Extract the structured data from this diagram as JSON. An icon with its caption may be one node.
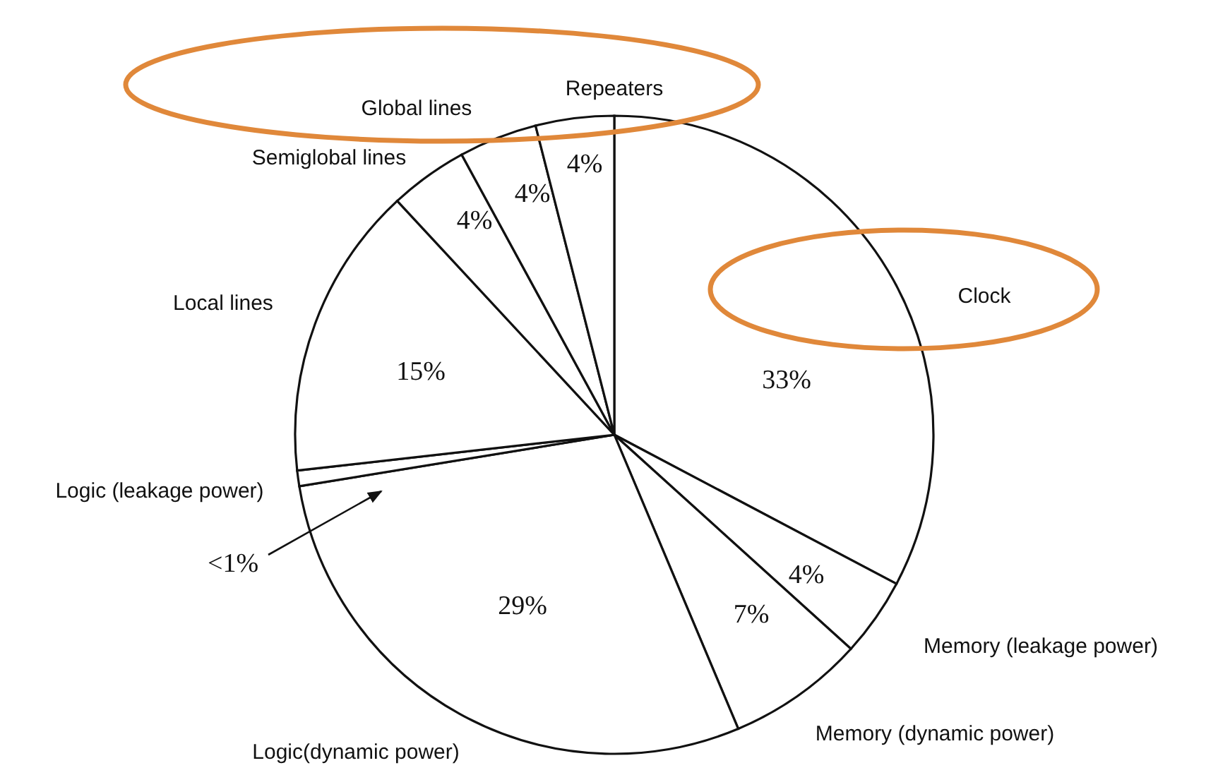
{
  "diagram": {
    "chart_data": {
      "type": "pie",
      "categories": [
        "Clock",
        "Memory (leakage power)",
        "Memory (dynamic power)",
        "Logic(dynamic power)",
        "Logic (leakage power)",
        "Local lines",
        "Semiglobal lines",
        "Global lines",
        "Repeaters"
      ],
      "values": [
        33,
        4,
        7,
        29,
        0.8,
        15,
        4,
        4,
        4
      ],
      "value_labels": [
        "33%",
        "4%",
        "7%",
        "29%",
        null,
        "15%",
        "4%",
        "4%",
        "4%"
      ],
      "annotations": [
        {
          "text": "<1%",
          "x": "Logic (leakage power)"
        }
      ]
    }
  }
}
